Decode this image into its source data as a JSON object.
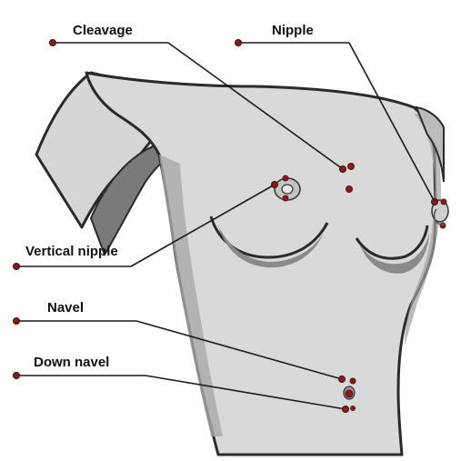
{
  "labels": {
    "cleavage": "Cleavage",
    "nipple": "Nipple",
    "vertical_nipple": "Vertical nipple",
    "navel": "Navel",
    "down_navel": "Down navel"
  },
  "colors": {
    "skin": "#d9d9d9",
    "skin_shadow": "#b9b9b9",
    "outline": "#333333",
    "leader": "#1a1a1a",
    "marker": "#8b1a1a",
    "background": "#ffffff"
  }
}
